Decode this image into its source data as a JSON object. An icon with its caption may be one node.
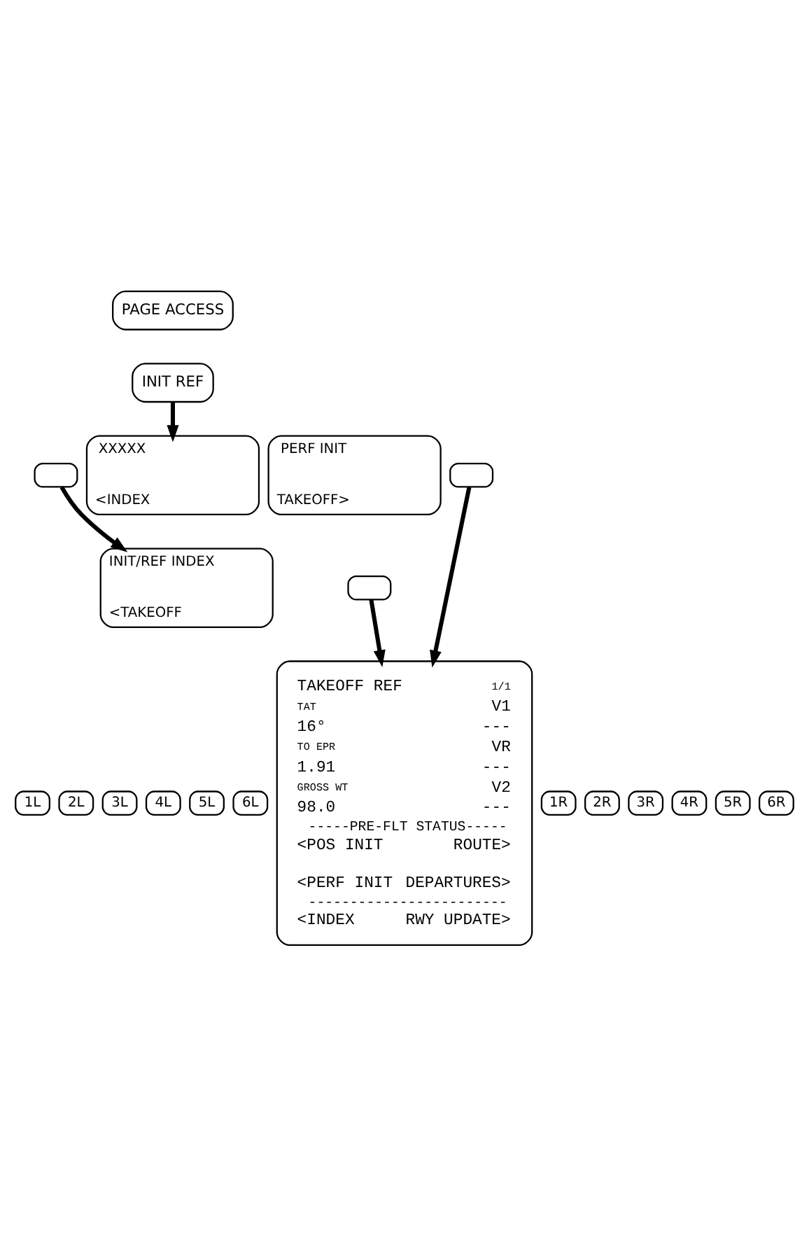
{
  "diagram": {
    "nodes": [
      {
        "text": [
          "PAGE ACCESS"
        ]
      },
      {
        "text": [
          "INIT REF"
        ]
      },
      {
        "text": [
          "XXXXX",
          "<INDEX"
        ]
      },
      {
        "text": [
          "PERF INIT",
          "TAKEOFF>"
        ]
      },
      {
        "text": [],
        "shape": "box"
      },
      {
        "text": [],
        "shape": "box"
      },
      {
        "text": [
          "INIT/REF INDEX",
          "<TAKEOFF"
        ]
      },
      {
        "text": [],
        "shape": "box"
      },
      {
        "text": [
          "TAKEOFF REF",
          "1/1",
          "TAT",
          "16°",
          "V1",
          "---",
          "TO EPR",
          "1.91",
          "VR",
          "---",
          "GROSS WT",
          "98.0",
          "V2",
          "---",
          "-----PRE-FLT STATUS-----",
          "<POS INIT",
          "ROUTE>",
          "<PERF INIT",
          "DEPARTURES>",
          "------------------------",
          "<INDEX",
          "RWY UPDATE>"
        ]
      },
      {
        "text": [
          "1L"
        ]
      },
      {
        "text": [
          "2L"
        ]
      },
      {
        "text": [
          "3L"
        ]
      },
      {
        "text": [
          "4L"
        ]
      },
      {
        "text": [
          "5L"
        ]
      },
      {
        "text": [
          "6L"
        ]
      },
      {
        "text": [
          "1R"
        ]
      },
      {
        "text": [
          "2R"
        ]
      },
      {
        "text": [
          "3R"
        ]
      },
      {
        "text": [
          "4R"
        ]
      },
      {
        "text": [
          "5R"
        ]
      },
      {
        "text": [
          "6R"
        ]
      }
    ],
    "edges": [
      {
        "from": 1,
        "to": 2,
        "arrow": "to"
      },
      {
        "from": 4,
        "to": 6,
        "arrow": "to"
      },
      {
        "from": 7,
        "to": 8,
        "arrow": "to"
      },
      {
        "from": 5,
        "to": 8,
        "arrow": "to"
      }
    ]
  }
}
